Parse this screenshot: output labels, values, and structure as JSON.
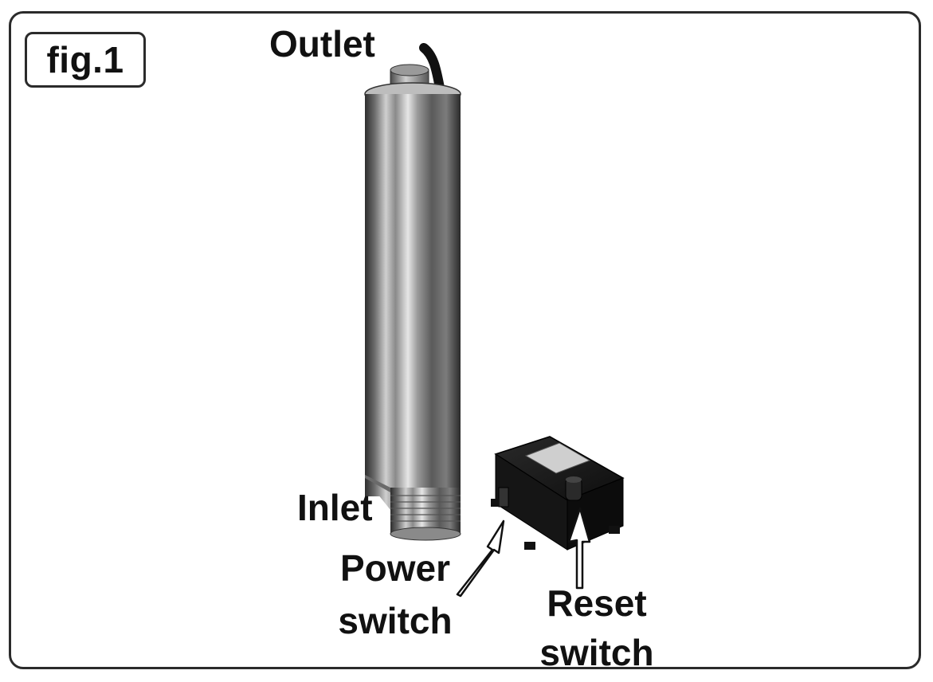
{
  "figure": {
    "badge_label": "fig.1"
  },
  "labels": {
    "outlet": "Outlet",
    "inlet": "Inlet",
    "power_switch_line1": "Power",
    "power_switch_line2": "switch",
    "reset_switch_line1": "Reset",
    "reset_switch_line2": "switch"
  },
  "colors": {
    "frame": "#2b2b2b",
    "pump_steel_dark": "#3a3a3a",
    "pump_steel_light": "#d8d8d8",
    "control_box": "#1a1a1a",
    "text": "#111111"
  }
}
